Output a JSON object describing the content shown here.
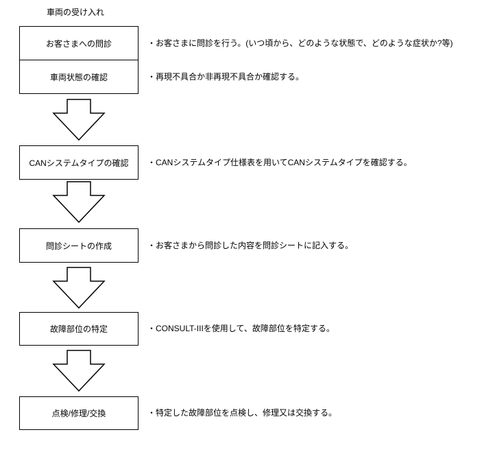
{
  "title": "車両の受け入れ",
  "colors": {
    "line": "#000000",
    "background": "#ffffff",
    "text": "#000000"
  },
  "flow": {
    "steps": [
      {
        "label": "お客さまへの問診",
        "description": "・お客さまに問診を行う。(いつ頃から、どのような状態で、どのような症状か?等)"
      },
      {
        "label": "車両状態の確認",
        "description": "・再現不具合か非再現不具合か確認する。"
      },
      {
        "label": "CANシステムタイプの確認",
        "description": "・CANシステムタイプ仕様表を用いてCANシステムタイプを確認する。"
      },
      {
        "label": "問診シートの作成",
        "description": "・お客さまから問診した内容を問診シートに記入する。"
      },
      {
        "label": "故障部位の特定",
        "description": "・CONSULT-IIIを使用して、故障部位を特定する。"
      },
      {
        "label": "点検/修理/交換",
        "description": "・特定した故障部位を点検し、修理又は交換する。"
      }
    ]
  }
}
